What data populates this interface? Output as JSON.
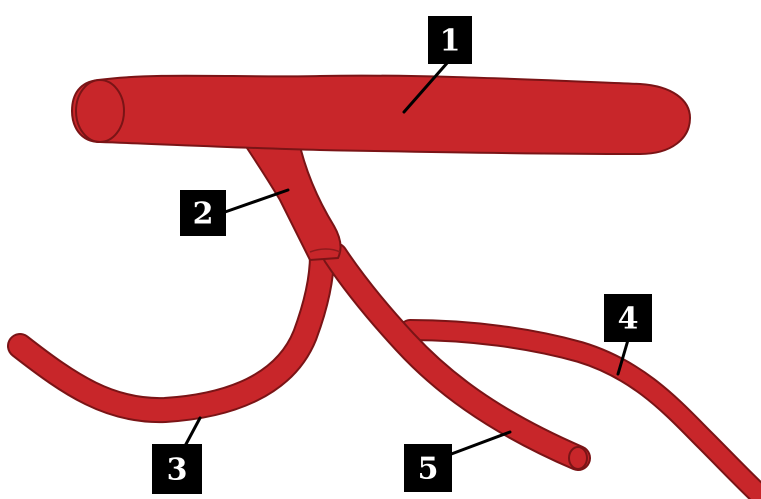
{
  "colors": {
    "vessel_fill": "#c8262a",
    "vessel_outline": "#7a1416",
    "label_background": "#000000",
    "label_text": "#ffffff"
  },
  "labels": {
    "main_vessel": "1",
    "trunk": "2",
    "left_branch": "3",
    "right_branch": "4",
    "lower_branch": "5"
  }
}
